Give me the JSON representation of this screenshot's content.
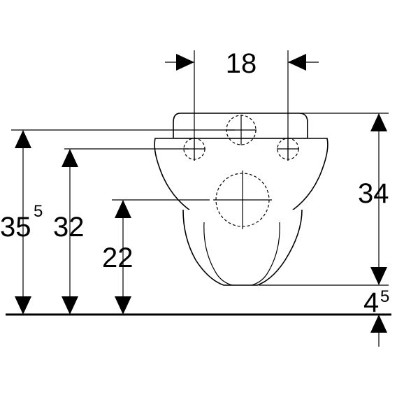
{
  "dimensions": {
    "width_between_holes": "18",
    "total_height_main": "35",
    "total_height_sup": "5",
    "bolt_height": "32",
    "outlet_height": "22",
    "rim_to_bottom": "34",
    "bottom_clearance_main": "4",
    "bottom_clearance_sup": "5"
  },
  "colors": {
    "line": "#000000",
    "background": "#ffffff"
  }
}
